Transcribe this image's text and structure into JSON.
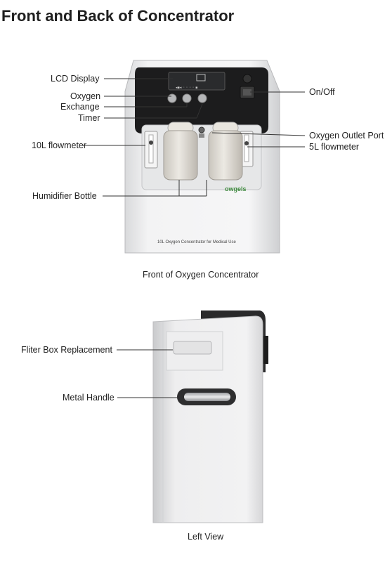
{
  "title": "Front and Back of Concentrator",
  "front": {
    "labels": {
      "lcd_display": "LCD Display",
      "oxygen": "Oxygen",
      "exchange": "Exchange",
      "timer": "Timer",
      "flowmeter_10l": "10L flowmeter",
      "humidifier_bottle": "Humidifier Bottle",
      "on_off": "On/Off",
      "oxygen_outlet_port": "Oxygen Outlet Port",
      "flowmeter_5l": "5L flowmeter"
    },
    "device_brand": "owgels",
    "device_caption": "10L Oxygen Concentrator for Medical Use",
    "caption": "Front of Oxygen Concentrator"
  },
  "left": {
    "labels": {
      "filter_box": "Fliter Box Replacement",
      "metal_handle": "Metal Handle"
    },
    "caption": "Left View"
  }
}
